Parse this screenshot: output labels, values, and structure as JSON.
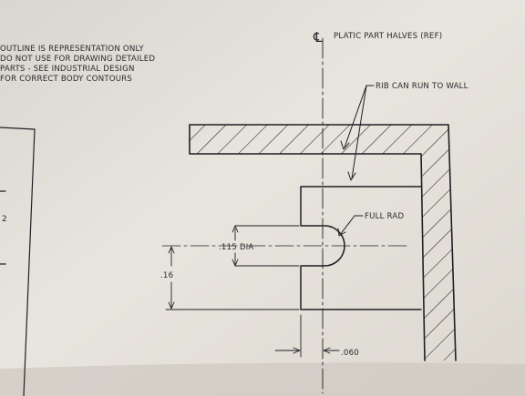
{
  "notes": {
    "outline_lines": [
      "OUTLINE IS REPRESENTATION ONLY",
      "DO NOT USE FOR DRAWING DETAILED",
      "PARTS - SEE INDUSTRIAL DESIGN",
      "FOR CORRECT BODY CONTOURS"
    ]
  },
  "labels": {
    "centerline_symbol": "℄",
    "centerline_note": "PLATIC PART HALVES (REF)",
    "rib_note": "RIB CAN RUN TO WALL",
    "radius_note": "FULL RAD",
    "hole_dim": ".115 DIA",
    "height_dim": ".16",
    "width_dim": ".060",
    "left_edge_mark": "2"
  },
  "colors": {
    "paper": "#e6e3dc",
    "ink": "#1f1f24",
    "shadow": "#b9b5ad"
  }
}
